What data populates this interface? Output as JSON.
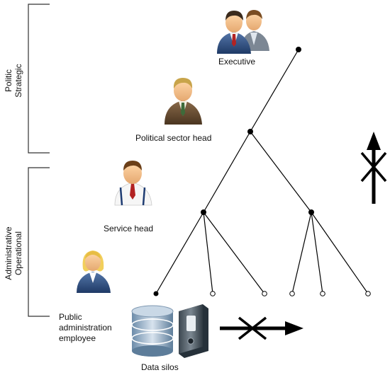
{
  "levels": {
    "upper": [
      "Politic",
      "Strategic"
    ],
    "lower": [
      "Administrative",
      "Operational"
    ]
  },
  "roles": {
    "executive": "Executive",
    "political_sector_head": "Political sector head",
    "service_head": "Service head",
    "employee": [
      "Public",
      "administration",
      "employee"
    ]
  },
  "data_silos": "Data silos",
  "icons": {
    "executive": "two-businessmen-icon",
    "political_sector_head": "businessman-icon",
    "service_head": "service-man-icon",
    "employee": "businesswoman-icon",
    "silos": [
      "database-icon",
      "binder-icon"
    ],
    "blocked_vertical": "blocked-up-arrow-icon",
    "blocked_horizontal": "blocked-right-arrow-icon"
  },
  "colors": {
    "line": "#000000",
    "bracket": "#333333",
    "suit": "#2d4f86",
    "skin": "#f0c090"
  }
}
